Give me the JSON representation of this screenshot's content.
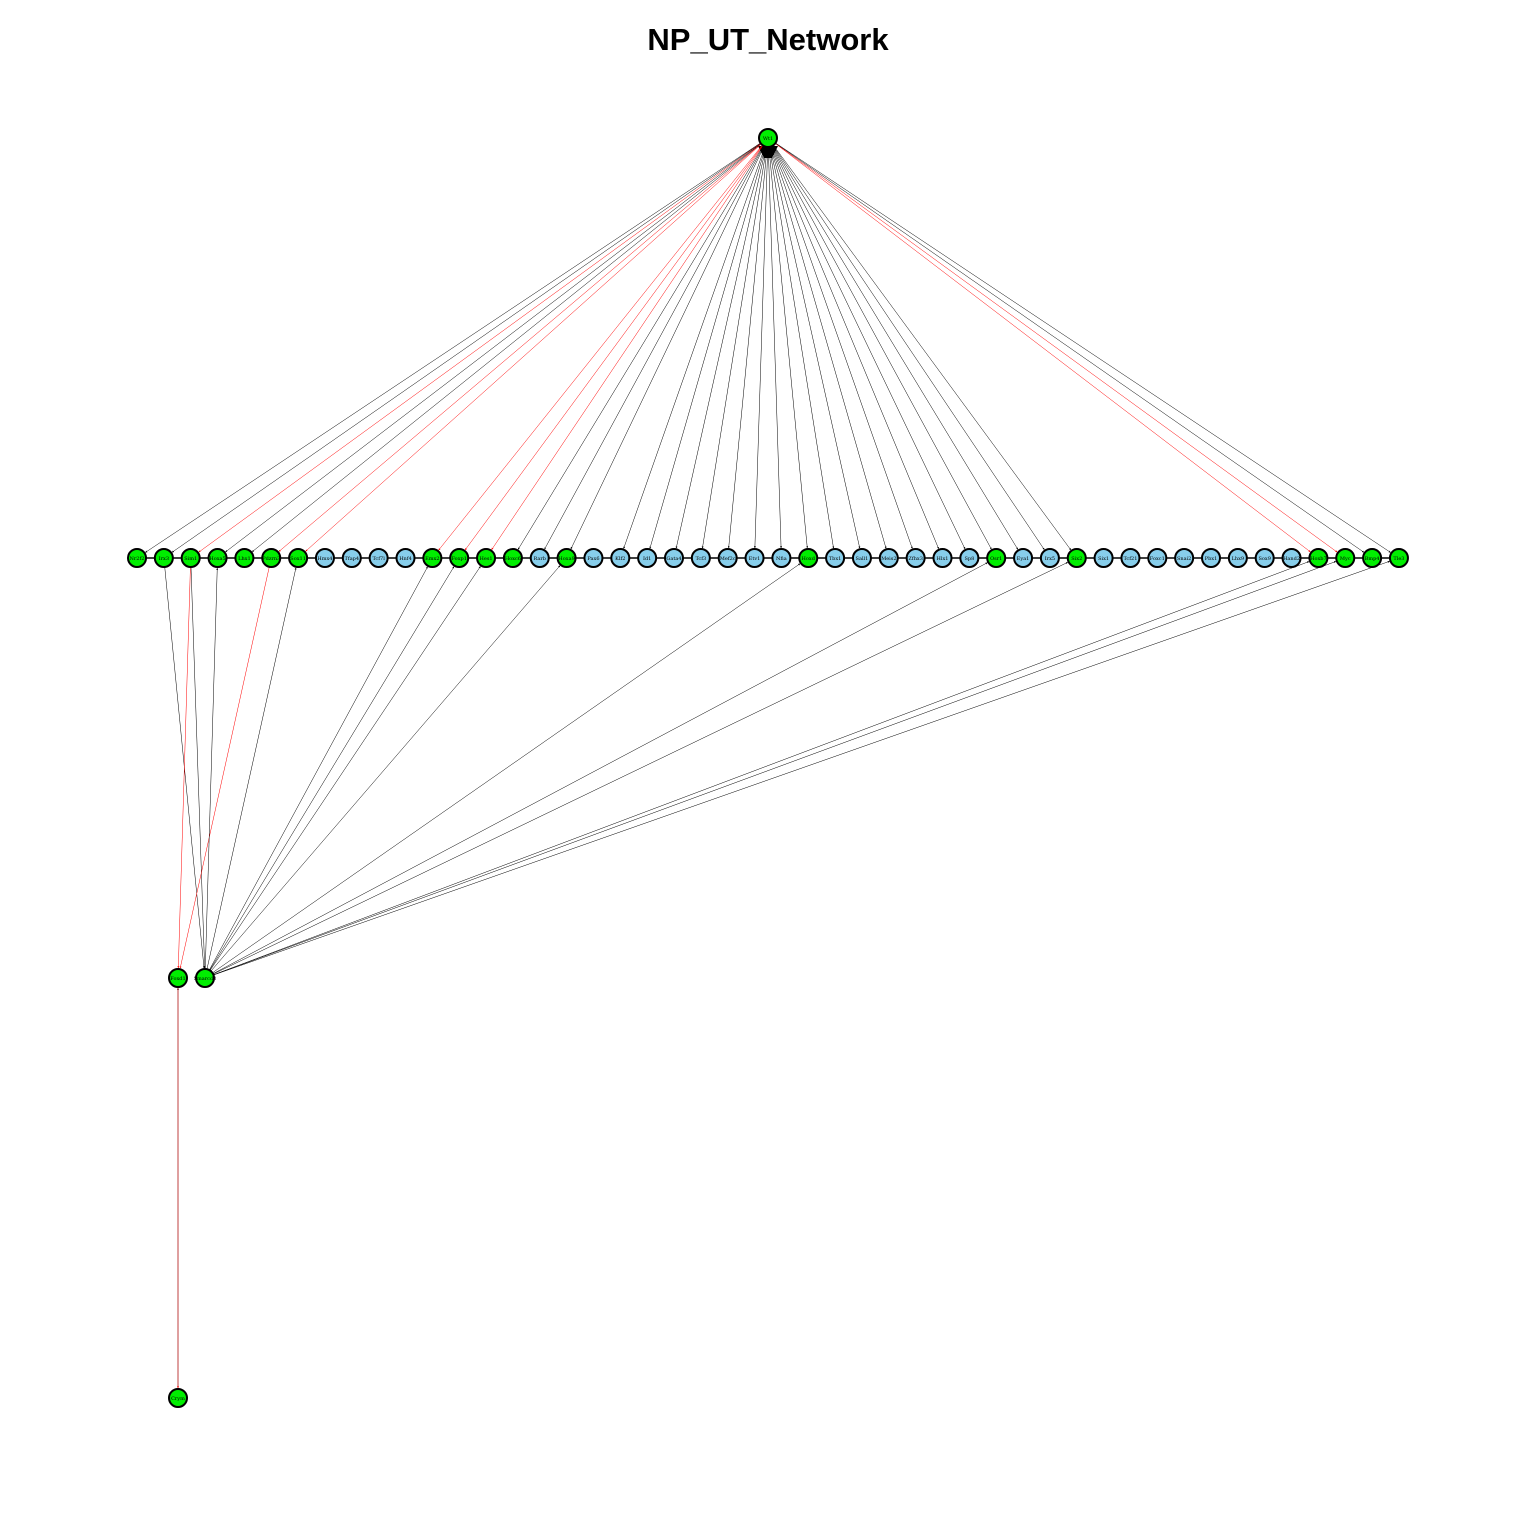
{
  "title": "NP_UT_Network",
  "colors": {
    "highlight_node": "#00ee00",
    "other_node": "#87ceeb",
    "activation_edge": "#000000",
    "repression_edge": "#ff0000",
    "background": "#ffffff"
  },
  "nodes": [
    {
      "id": "wt1",
      "label": "Wt1",
      "group": "highlight"
    },
    {
      "id": "n0",
      "label": "Nr2f2",
      "group": "highlight"
    },
    {
      "id": "n1",
      "label": "Irx3",
      "group": "highlight"
    },
    {
      "id": "n2",
      "label": "Sim1",
      "group": "highlight"
    },
    {
      "id": "n3",
      "label": "Hoxa5",
      "group": "highlight"
    },
    {
      "id": "n4",
      "label": "Lhx1",
      "group": "highlight"
    },
    {
      "id": "n5",
      "label": "Pdzrn3",
      "group": "highlight"
    },
    {
      "id": "n6",
      "label": "Sox11",
      "group": "highlight"
    },
    {
      "id": "n7",
      "label": "Hmx4",
      "group": "other"
    },
    {
      "id": "n8",
      "label": "Tfap4",
      "group": "other"
    },
    {
      "id": "n9",
      "label": "Tcf7l",
      "group": "other"
    },
    {
      "id": "n10",
      "label": "Hnf4",
      "group": "other"
    },
    {
      "id": "n11",
      "label": "Emx2",
      "group": "highlight"
    },
    {
      "id": "n12",
      "label": "Foxp1",
      "group": "highlight"
    },
    {
      "id": "n13",
      "label": "Hes1",
      "group": "highlight"
    },
    {
      "id": "n14",
      "label": "Hoxc6",
      "group": "highlight"
    },
    {
      "id": "n15",
      "label": "Rarb",
      "group": "other"
    },
    {
      "id": "n16",
      "label": "Hoxa9",
      "group": "highlight"
    },
    {
      "id": "n17",
      "label": "Pax6",
      "group": "other"
    },
    {
      "id": "n18",
      "label": "Klf2",
      "group": "other"
    },
    {
      "id": "n19",
      "label": "Id1",
      "group": "other"
    },
    {
      "id": "n20",
      "label": "Gata4",
      "group": "other"
    },
    {
      "id": "n21",
      "label": "Tcf3",
      "group": "other"
    },
    {
      "id": "n22",
      "label": "Mef2c",
      "group": "other"
    },
    {
      "id": "n23",
      "label": "Etv1",
      "group": "other"
    },
    {
      "id": "n24",
      "label": "Nfia",
      "group": "other"
    },
    {
      "id": "n25",
      "label": "Hoxd",
      "group": "highlight"
    },
    {
      "id": "n26",
      "label": "Tbx1",
      "group": "other"
    },
    {
      "id": "n27",
      "label": "Sall1",
      "group": "other"
    },
    {
      "id": "n28",
      "label": "Meis2",
      "group": "other"
    },
    {
      "id": "n29",
      "label": "Zfhx3",
      "group": "other"
    },
    {
      "id": "n30",
      "label": "Hlx1",
      "group": "other"
    },
    {
      "id": "n31",
      "label": "Sp8",
      "group": "other"
    },
    {
      "id": "n32",
      "label": "Osr1",
      "group": "highlight"
    },
    {
      "id": "n33",
      "label": "Eya1",
      "group": "other"
    },
    {
      "id": "n34",
      "label": "Irx5",
      "group": "other"
    },
    {
      "id": "n35",
      "label": "Six2",
      "group": "highlight"
    },
    {
      "id": "n36",
      "label": "Six1",
      "group": "other"
    },
    {
      "id": "n37",
      "label": "Tcf21",
      "group": "other"
    },
    {
      "id": "n38",
      "label": "Foxc1",
      "group": "other"
    },
    {
      "id": "n39",
      "label": "Snai2",
      "group": "other"
    },
    {
      "id": "n40",
      "label": "Pbx1",
      "group": "other"
    },
    {
      "id": "n41",
      "label": "Lhx9",
      "group": "other"
    },
    {
      "id": "n42",
      "label": "Sox9",
      "group": "other"
    },
    {
      "id": "n43",
      "label": "Hand2",
      "group": "other"
    },
    {
      "id": "n44",
      "label": "Hoxb7",
      "group": "highlight"
    },
    {
      "id": "n45",
      "label": "Myc",
      "group": "highlight"
    },
    {
      "id": "n46",
      "label": "Bmp4",
      "group": "highlight"
    },
    {
      "id": "n47",
      "label": "Tle3",
      "group": "highlight"
    },
    {
      "id": "foxd1",
      "label": "Foxd1",
      "group": "highlight"
    },
    {
      "id": "smarcd3",
      "label": "Smarcd3",
      "group": "highlight"
    },
    {
      "id": "bottom",
      "label": "Crym",
      "group": "highlight"
    }
  ],
  "edges": [
    {
      "from": "wt1",
      "to": "n0",
      "type": "activation"
    },
    {
      "from": "wt1",
      "to": "n1",
      "type": "activation"
    },
    {
      "from": "wt1",
      "to": "n2",
      "type": "repression"
    },
    {
      "from": "wt1",
      "to": "n3",
      "type": "activation"
    },
    {
      "from": "wt1",
      "to": "n4",
      "type": "activation"
    },
    {
      "from": "wt1",
      "to": "n5",
      "type": "repression"
    },
    {
      "from": "wt1",
      "to": "n6",
      "type": "repression"
    },
    {
      "from": "wt1",
      "to": "n11",
      "type": "repression"
    },
    {
      "from": "wt1",
      "to": "n12",
      "type": "repression"
    },
    {
      "from": "wt1",
      "to": "n13",
      "type": "repression"
    },
    {
      "from": "wt1",
      "to": "n14",
      "type": "activation"
    },
    {
      "from": "wt1",
      "to": "n15",
      "type": "activation"
    },
    {
      "from": "wt1",
      "to": "n16",
      "type": "activation"
    },
    {
      "from": "wt1",
      "to": "n18",
      "type": "activation"
    },
    {
      "from": "wt1",
      "to": "n19",
      "type": "activation"
    },
    {
      "from": "wt1",
      "to": "n20",
      "type": "activation"
    },
    {
      "from": "wt1",
      "to": "n21",
      "type": "activation"
    },
    {
      "from": "wt1",
      "to": "n22",
      "type": "activation"
    },
    {
      "from": "wt1",
      "to": "n23",
      "type": "activation"
    },
    {
      "from": "wt1",
      "to": "n24",
      "type": "activation"
    },
    {
      "from": "wt1",
      "to": "n25",
      "type": "activation"
    },
    {
      "from": "wt1",
      "to": "n26",
      "type": "activation"
    },
    {
      "from": "wt1",
      "to": "n27",
      "type": "activation"
    },
    {
      "from": "wt1",
      "to": "n28",
      "type": "activation"
    },
    {
      "from": "wt1",
      "to": "n29",
      "type": "activation"
    },
    {
      "from": "wt1",
      "to": "n30",
      "type": "activation"
    },
    {
      "from": "wt1",
      "to": "n31",
      "type": "activation"
    },
    {
      "from": "wt1",
      "to": "n32",
      "type": "activation"
    },
    {
      "from": "wt1",
      "to": "n33",
      "type": "activation"
    },
    {
      "from": "wt1",
      "to": "n34",
      "type": "activation"
    },
    {
      "from": "wt1",
      "to": "n35",
      "type": "activation"
    },
    {
      "from": "wt1",
      "to": "n44",
      "type": "repression"
    },
    {
      "from": "wt1",
      "to": "n45",
      "type": "repression"
    },
    {
      "from": "wt1",
      "to": "n46",
      "type": "activation"
    },
    {
      "from": "wt1",
      "to": "n47",
      "type": "activation"
    },
    {
      "from": "n1",
      "to": "smarcd3",
      "type": "activation"
    },
    {
      "from": "n2",
      "to": "foxd1",
      "type": "repression"
    },
    {
      "from": "n2",
      "to": "smarcd3",
      "type": "activation"
    },
    {
      "from": "n5",
      "to": "foxd1",
      "type": "repression"
    },
    {
      "from": "smarcd3",
      "to": "n3",
      "type": "activation"
    },
    {
      "from": "smarcd3",
      "to": "n6",
      "type": "activation"
    },
    {
      "from": "smarcd3",
      "to": "n11",
      "type": "activation"
    },
    {
      "from": "smarcd3",
      "to": "n12",
      "type": "activation"
    },
    {
      "from": "smarcd3",
      "to": "n13",
      "type": "activation"
    },
    {
      "from": "smarcd3",
      "to": "n16",
      "type": "activation"
    },
    {
      "from": "smarcd3",
      "to": "n25",
      "type": "activation"
    },
    {
      "from": "smarcd3",
      "to": "n32",
      "type": "activation"
    },
    {
      "from": "smarcd3",
      "to": "n35",
      "type": "activation"
    },
    {
      "from": "smarcd3",
      "to": "n44",
      "type": "activation"
    },
    {
      "from": "smarcd3",
      "to": "n45",
      "type": "activation"
    },
    {
      "from": "smarcd3",
      "to": "n47",
      "type": "activation"
    },
    {
      "from": "bottom",
      "to": "foxd1",
      "type": "activation"
    },
    {
      "from": "foxd1",
      "to": "bottom",
      "type": "repression"
    }
  ]
}
